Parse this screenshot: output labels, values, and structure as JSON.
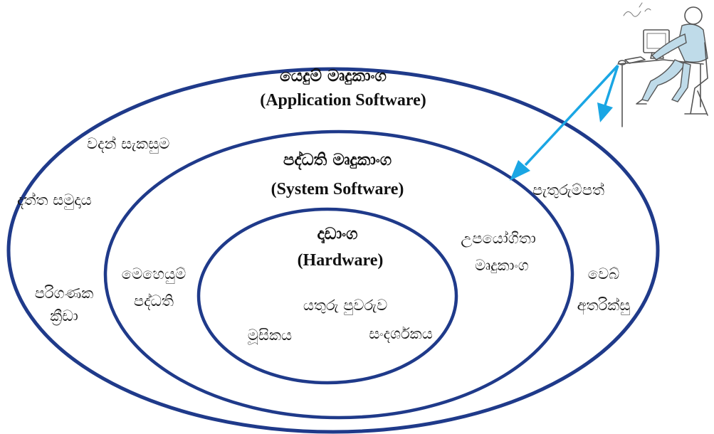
{
  "colors": {
    "ring": "#1f3a8a",
    "arrow": "#1aa6e4",
    "text": "#111111",
    "background": "#ffffff"
  },
  "application_layer": {
    "title_si": "යෙදුම් මෘදුකාංග",
    "title_en": "(Application Software)",
    "items": [
      {
        "text": "වදන් සැකසුම"
      },
      {
        "text": "දත්ත සමුදාය"
      },
      {
        "line1": "පරිගණක",
        "line2": "ක්‍රීඩා"
      },
      {
        "text": "පැතුරුම්පත්"
      },
      {
        "line1": "වෙබ්",
        "line2": "අතරික්සු"
      }
    ]
  },
  "system_layer": {
    "title_si": "පද්ධති මෘදුකාංග",
    "title_en": "(System Software)",
    "items": [
      {
        "line1": "මෙහෙයුම්",
        "line2": "පද්ධති"
      },
      {
        "line1": "උපයෝගිතා",
        "line2": "මෘදුකාංග"
      }
    ]
  },
  "hardware_layer": {
    "title_si": "දෘඩාංග",
    "title_en": "(Hardware)",
    "items": [
      {
        "text": "යතුරු පුවරුව"
      },
      {
        "text": "මූසිකය"
      },
      {
        "text": "සංදර්ශකය"
      }
    ]
  },
  "user_illustration": {
    "icon": "computer-user-icon"
  }
}
